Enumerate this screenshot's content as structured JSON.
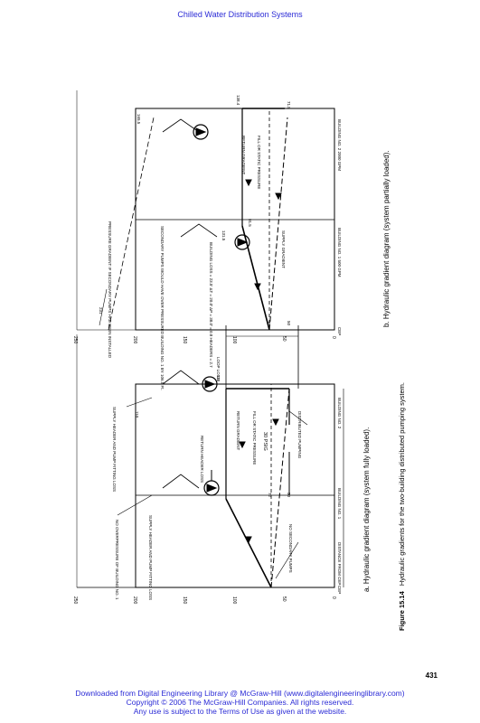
{
  "header": {
    "title": "Chilled Water Distribution Systems"
  },
  "figure": {
    "caption_label": "Figure 15.14",
    "caption_text": "Hydraulic gradients for the two-building distributed pumping system.",
    "panel_a": {
      "title": "a.   Hydraulic gradient diagram (system fully loaded).",
      "y_ticks": [
        "250",
        "200",
        "150",
        "100",
        "50",
        "0"
      ],
      "x_labels": [
        "CEP",
        "BUILDING NO. 1",
        "BUILDING NO. 2"
      ],
      "distance_label": "DISTANCE FROM CEP",
      "annotations": {
        "no_overpressure": "NO OVERPRESSURE OF BUILDING NO. 1",
        "supply_header_1": "SUPPLY HEADER AND PUMP FITTING LOSS",
        "no_secondary": "NO SECONDARY PUMPS",
        "supply_header_2": "SUPPLY HEADER AND PUMP FITTING LOSS",
        "return_header": "RETURN HEADER LOSS",
        "return_gradient": "RETURN GRADIENT",
        "fill_static": "FILL OR STATIC PRESSURE",
        "psig": "30 PSIG",
        "distributed": "DISTRIBUTED PUMPING",
        "loop_loss": "LOOP LOSS",
        "val_top": "118",
        "val_110": "110",
        "val_72": "72",
        "val_50": "50"
      }
    },
    "panel_b": {
      "title": "b.   Hydraulic gradient diagram (system partially loaded).",
      "y_ticks": [
        "250",
        "200",
        "150",
        "100",
        "50",
        "0"
      ],
      "x_labels": [
        "CEP",
        "BUILDING NO. 1 500 GPM",
        "BUILDING NO. 2 2000 GPM"
      ],
      "annotations": {
        "pressure_gradient": "PRESSURE GRADIENT IF SECONDARY PUMPS HAD BEEN INSTALLED",
        "secondary_pumps": "SECONDARY PUMPS WOULD HAVE OVER PRESSURED BUILDING NO. 1 BY 106.5 Ft.",
        "building_loss": "BUILDING LOSS = 23.5' ΔT = 20.0' ΔP = 38.0' = 0.8 HEADERS = 2.7",
        "supply_gradient": "SUPPLY GRADIENT",
        "return_gradient": "RETURN GRADIENT",
        "fill_static": "FILL OR STATIC PRESSURE",
        "val_231": "231",
        "val_1655": "165.5",
        "val_1385": "138.4",
        "val_1315": "131.5",
        "val_915": "91.5",
        "val_72": "72",
        "val_50": "50",
        "val_715": "71.5"
      }
    }
  },
  "page_number": "431",
  "footer": {
    "line1": "Downloaded from Digital Engineering Library @ McGraw-Hill (www.digitalengineeringlibrary.com)",
    "line2": "Copyright © 2006 The McGraw-Hill Companies. All rights reserved.",
    "line3": "Any use is subject to the Terms of Use as given at the website."
  },
  "colors": {
    "link": "#2b2bd6",
    "ink": "#000000",
    "paper": "#ffffff"
  }
}
